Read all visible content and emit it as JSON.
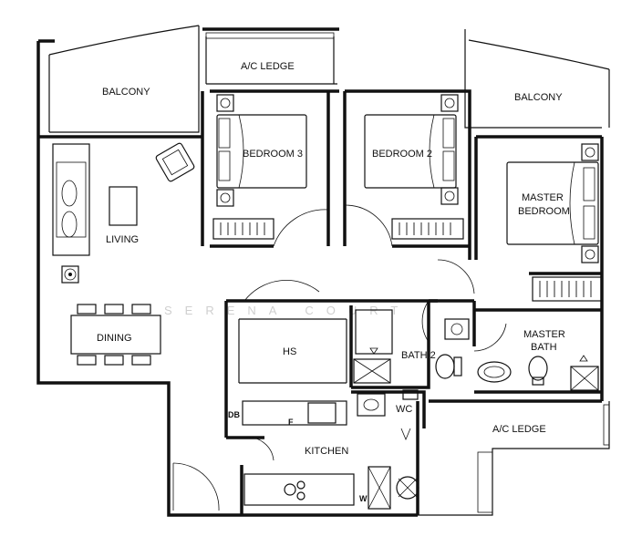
{
  "watermark": "SERENA COURT",
  "rooms": {
    "ac_ledge_top": "A/C LEDGE",
    "balcony_left": "BALCONY",
    "balcony_right": "BALCONY",
    "bedroom3": "BEDROOM 3",
    "bedroom2": "BEDROOM 2",
    "master_bedroom_line1": "MASTER",
    "master_bedroom_line2": "BEDROOM",
    "living": "LIVING",
    "dining": "DINING",
    "hs": "HS",
    "bath2": "BATH 2",
    "master_bath_line1": "MASTER",
    "master_bath_line2": "BATH",
    "wc": "WC",
    "ac_ledge_bottom": "A/C LEDGE",
    "kitchen": "KITCHEN",
    "db": "DB",
    "fridge": "F",
    "washer": "W"
  }
}
